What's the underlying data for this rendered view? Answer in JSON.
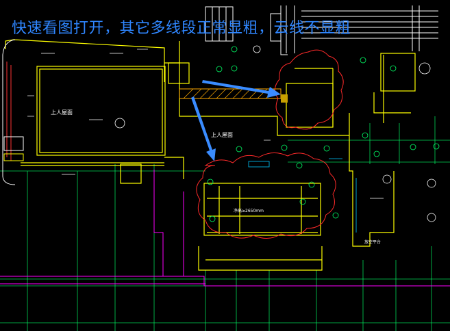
{
  "annotation": {
    "title": "快速看图打开，其它多线段正常显粗，云线不显粗",
    "color": "#2f86ff"
  },
  "drawing": {
    "background": "#000000",
    "colors": {
      "wall": "#ffff00",
      "grid": "#00ff66",
      "cloud": "#ff2a2a",
      "outline": "#ffffff",
      "accent": "#ff00ff",
      "hatch": "#ffaa00",
      "cyan": "#00c8ff"
    },
    "labels": {
      "roof_left": "上人屋面",
      "roof_center": "上人屋面",
      "clear_height": "净高≥2650mm",
      "note_right": "放空平台"
    }
  }
}
